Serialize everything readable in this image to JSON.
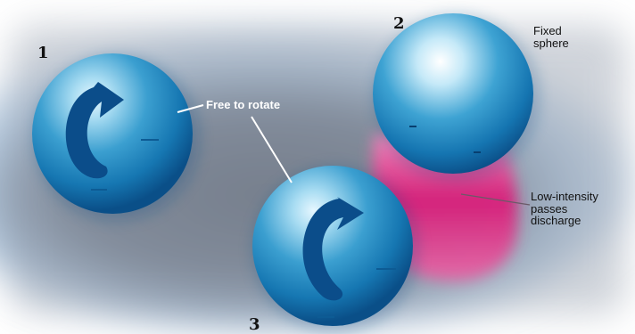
{
  "labels": {
    "sphere_1": "1",
    "sphere_2": "2",
    "sphere_3": "3",
    "free_to_rotate": "Free to rotate",
    "fixed_sphere_line1": "Fixed",
    "fixed_sphere_line2": "sphere",
    "discharge_line1": "Low-intensity",
    "discharge_line2": "passes",
    "discharge_line3": "discharge"
  },
  "colors": {
    "sphere_blue": "#2f8fc0",
    "sphere_dark": "#0a4f88",
    "arrow_blue": "#0b4d8a",
    "discharge_magenta": "#d81b78",
    "background_gray": "#767f8f"
  }
}
